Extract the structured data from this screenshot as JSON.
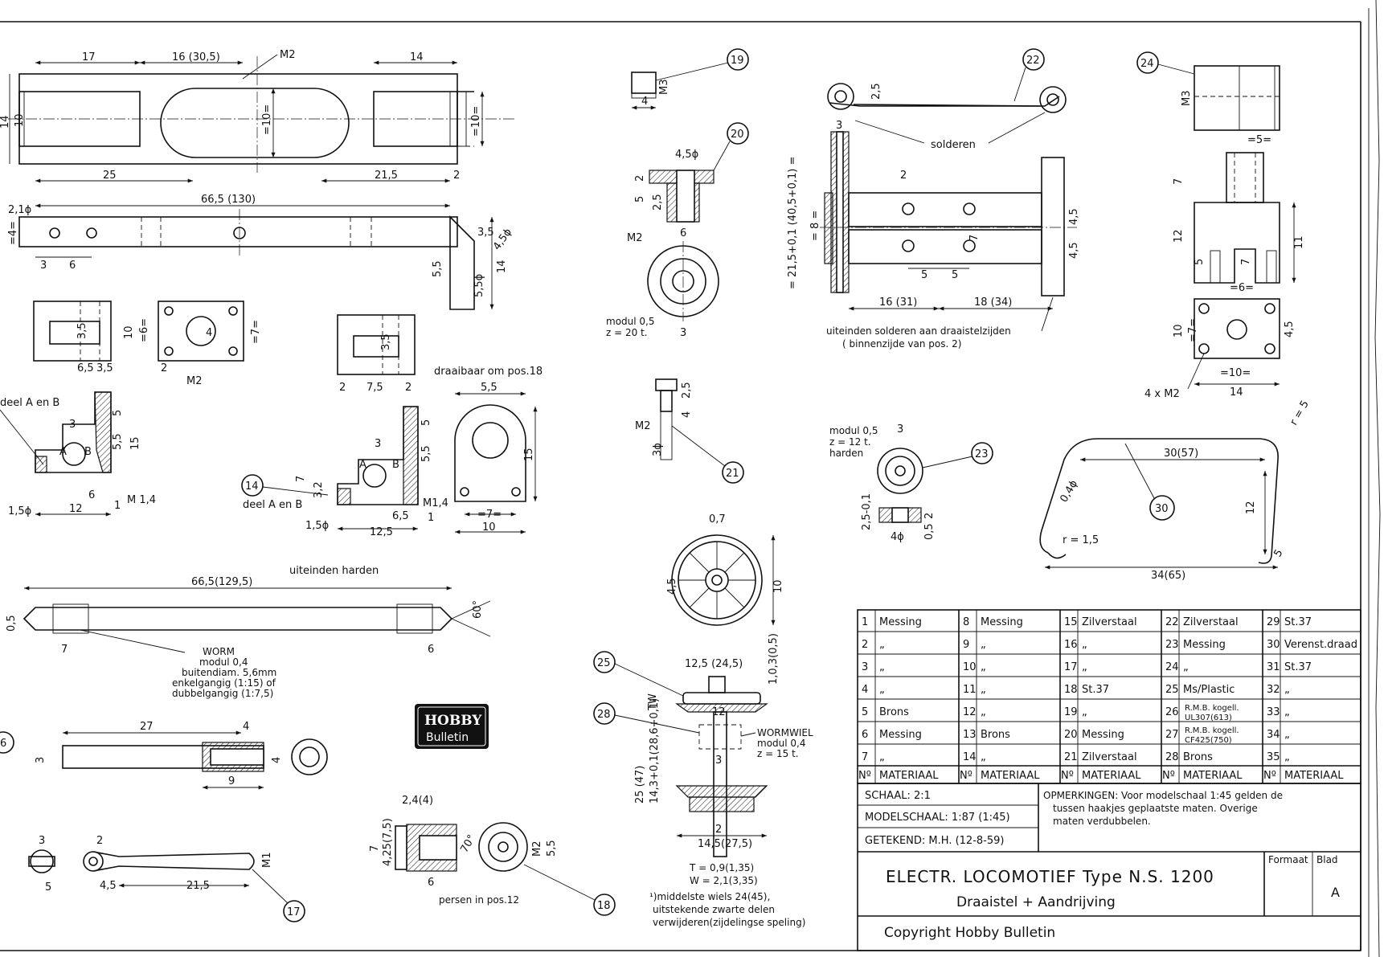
{
  "dims": {
    "d17": "17",
    "d16_30": "16 (30,5)",
    "dM2": "M2",
    "d14a": "14",
    "d10a": "10",
    "d14b": "14",
    "d2a": "2",
    "d10b": "=10=",
    "d10c": "=10=",
    "d25": "25",
    "d21_5": "21,5",
    "d2b": "2",
    "d66_130": "66,5 (130)",
    "d2_1phi": "2,1ϕ",
    "d4eq": "=4=",
    "d3": "3",
    "d6": "6",
    "d3_5": "3,5",
    "d4_5": "4,5ϕ",
    "d5_5": "5,5",
    "d5_5b": "5,5ϕ",
    "d14c": "14",
    "d3_5b": "3,5",
    "d10d": "10",
    "d6eq": "=6=",
    "d7eq": "=7=",
    "d4b": "4",
    "d2c": "2",
    "d6_5": "6,5",
    "d3_5c": "3,5",
    "dM2b": "M2",
    "d3b": "3",
    "d5": "5",
    "d5_5c": "5,5",
    "d15": "15",
    "d1_5phi": "1,5ϕ",
    "d12": "12",
    "d6b": "6",
    "d1": "1",
    "dM1_4": "M 1,4",
    "delA": "deel A en B",
    "d3_5d": "3,5",
    "d2d": "2",
    "d7_5": "7,5",
    "d2e": "2",
    "d3c": "3",
    "d5b": "5",
    "d5_5d": "5,5",
    "d7": "7",
    "d3_2": "3,2",
    "d1_5b": "1,5ϕ",
    "d6_5b": "6,5",
    "d12_5": "12,5",
    "dM1_4b": "M1,4",
    "d1b": "1",
    "draai": "draaibaar om pos.18",
    "d5_5e": "5,5",
    "d15b": "15",
    "d7eqb": "=7=",
    "d10e": "10",
    "uit_harden": "uiteinden harden",
    "d66_129": "66,5(129,5)",
    "d60": "60°",
    "d7b": "7",
    "d6c": "6",
    "d0_5": "0,5",
    "worm1": "WORM",
    "worm2": "modul 0,4",
    "worm3": "buitendiam. 5,6mm",
    "worm4": "enkelgangig (1:15) of",
    "worm5": "dubbelgangig (1:7,5)",
    "d27": "27",
    "d4c": "4",
    "d3d": "3",
    "d4d": "4",
    "d9": "9",
    "d3e": "3",
    "d5c": "5",
    "d4_5b": "4,5",
    "d21_5b": "21,5",
    "d2f": "2",
    "dM1": "M1",
    "d24_4": "2,4(4)",
    "d7c": "7",
    "d4_25": "4,25(7,5)",
    "d70": "70°",
    "dM2c": "M2",
    "d5_5f": "5,5",
    "d6d": "6",
    "persen": "persen in pos.12",
    "d4e": "4",
    "dM3": "M3",
    "d4_5c": "4,5ϕ",
    "d2g": "2",
    "d5d": "5",
    "d2_5": "2,5",
    "d6e": "6",
    "dM2d": "M2",
    "modul05": "modul 0,5",
    "z20": "z = 20 t.",
    "d3f": "3",
    "dM2e": "M2",
    "d2_5b": "2,5",
    "d4f": "4",
    "d3phi": "3ϕ",
    "d0_7": "0,7",
    "d4_5d": "4,5",
    "d10f": "10",
    "d12_5_24": "12,5 (24,5)",
    "d1_03": "1,0,3(0,5)",
    "dTW": "TW",
    "d25_47": "25 (47)",
    "d143": "14,3+0,1(28,6+0,1)",
    "d12b": "12",
    "wormwiel1": "WORMWIEL",
    "wormwiel2": "modul 0,4",
    "wormwiel3": "z = 15 t.",
    "d3g": "3",
    "d2h": "2",
    "d14_5": "14,5(27,5)",
    "dT": "T = 0,9(1,35)",
    "dW": "W = 2,1(3,35)",
    "mid1": "¹)middelste wiels 24(45),",
    "mid2": "uitstekende zwarte delen",
    "mid3": "verwijderen(zijdelingse speling)",
    "d3h": "3",
    "d2_5c": "2,5",
    "solderen": "solderen",
    "d2i": "2",
    "d21_5_40": "= 21,5+0,1 (40,5+0,1) =",
    "d8eq": "= 8 =",
    "d7d": "7",
    "d4_5e": "4,5",
    "d4_5f": "4,5",
    "d5e": "5",
    "d5f": "5",
    "d16_31": "16 (31)",
    "d18_34": "18 (34)",
    "uiteind1": "uiteinden solderen aan draaistelzijden",
    "uiteind2": "( binnenzijde van pos. 2)",
    "m05b": "modul 0,5",
    "z12": "z = 12 t.",
    "harden": "harden",
    "d3i": "3",
    "d2_5_01": "2,5-0,1",
    "d4phi": "4ϕ",
    "d2j": "2",
    "d0_5b": "0,5",
    "dM3b": "M3",
    "d5eq": "=5=",
    "d7e": "7",
    "d12c": "12",
    "d5g": "5",
    "d7f": "7",
    "d11": "11",
    "d6eqb": "=6=",
    "d10g": "10",
    "d7eqc": "=7=",
    "d4_5g": "4,5",
    "d10eq": "=10=",
    "d14d": "14",
    "d4xM2": "4 x M2",
    "d30_57": "30(57)",
    "dr5": "r = 5",
    "d0_4phi": "0,4ϕ",
    "dr1_5": "r = 1,5",
    "d12d": "12",
    "d34_65": "34(65)",
    "d5h": "5"
  },
  "callouts": [
    "14",
    "17",
    "18",
    "19",
    "20",
    "21",
    "22",
    "23",
    "24",
    "25",
    "28",
    "30",
    "6"
  ],
  "logo": {
    "line1": "HOBBY",
    "line2": "Bulletin"
  },
  "materials": {
    "rows": [
      [
        "1",
        "Messing",
        "8",
        "Messing",
        "15",
        "Zilverstaal",
        "22",
        "Zilverstaal",
        "29",
        "St.37"
      ],
      [
        "2",
        "„",
        "9",
        "„",
        "16",
        "„",
        "23",
        "Messing",
        "30",
        "Verenst.draad"
      ],
      [
        "3",
        "„",
        "10",
        "„",
        "17",
        "„",
        "24",
        "„",
        "31",
        "St.37"
      ],
      [
        "4",
        "„",
        "11",
        "„",
        "18",
        "St.37",
        "25",
        "Ms/Plastic",
        "32",
        "„"
      ],
      [
        "5",
        "Brons",
        "12",
        "„",
        "19",
        "„",
        "26",
        "R.M.B. kogell. UL307(613)",
        "33",
        "„"
      ],
      [
        "6",
        "Messing",
        "13",
        "Brons",
        "20",
        "Messing",
        "27",
        "R.M.B. kogell. CF425(750)",
        "34",
        "„"
      ],
      [
        "7",
        "„",
        "14",
        "„",
        "21",
        "Zilverstaal",
        "28",
        "Brons",
        "35",
        "„"
      ]
    ],
    "header": [
      "Nº",
      "MATERIAAL",
      "Nº",
      "MATERIAAL",
      "Nº",
      "MATERIAAL",
      "Nº",
      "MATERIAAL",
      "Nº",
      "MATERIAAL"
    ]
  },
  "title_block": {
    "schaal": "SCHAAL: 2:1",
    "modelschaal": "MODELSCHAAL: 1:87 (1:45)",
    "getekend": "GETEKEND:   M.H. (12-8-59)",
    "opm1": "OPMERKINGEN:  Voor modelschaal 1:45 gelden de",
    "opm2": "tussen haakjes geplaatste maten. Overige",
    "opm3": "maten verdubbelen.",
    "title": "ELECTR.  LOCOMOTIEF  Type  N.S. 1200",
    "subtitle": "Draaistel + Aandrijving",
    "formaat": "Formaat",
    "blad": "Blad",
    "blad_val": "A",
    "copyright": "Copyright  Hobby Bulletin"
  }
}
